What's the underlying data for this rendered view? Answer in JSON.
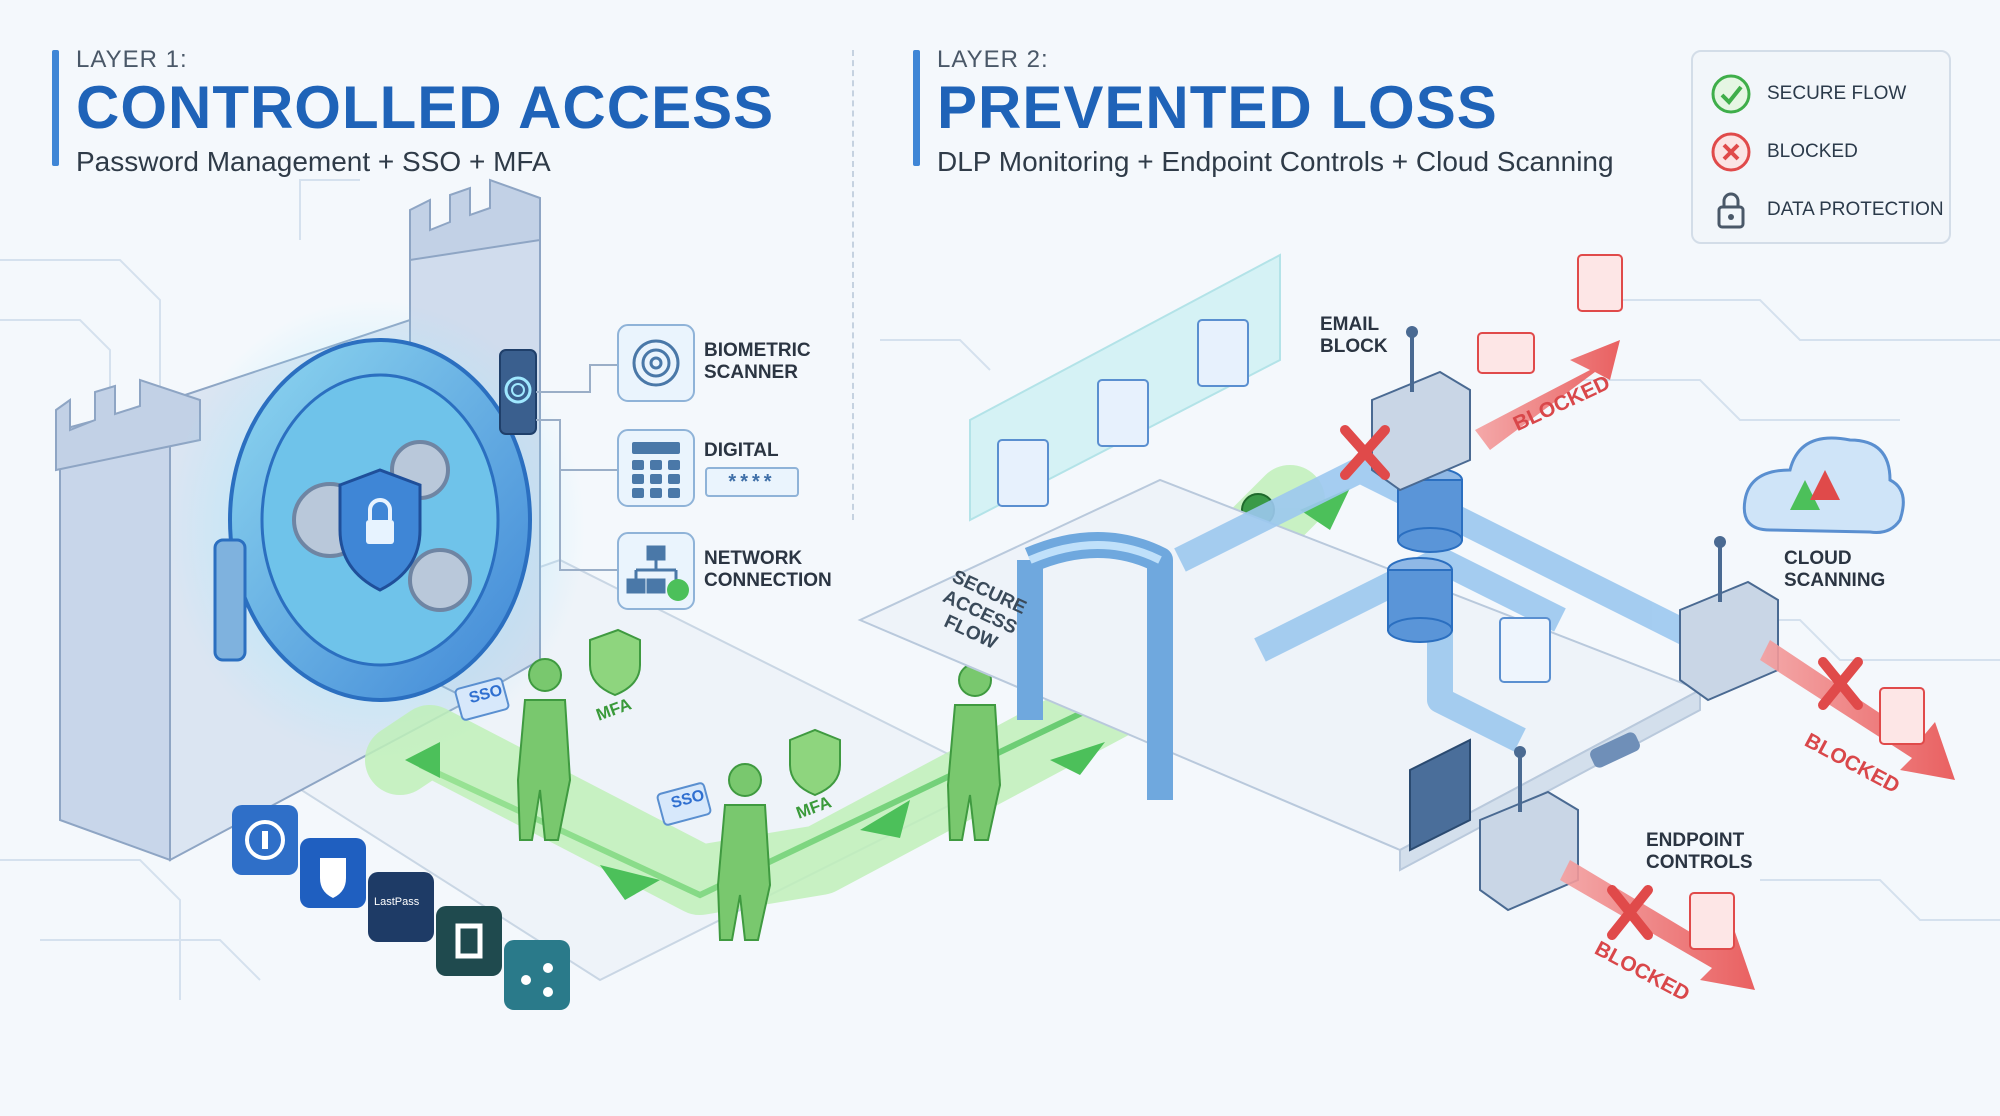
{
  "layer1": {
    "kicker": "LAYER 1:",
    "title": "CONTROLLED ACCESS",
    "subtitle": "Password Management + SSO + MFA"
  },
  "layer2": {
    "kicker": "LAYER 2:",
    "title": "PREVENTED LOSS",
    "subtitle": "DLP Monitoring + Endpoint Controls + Cloud Scanning"
  },
  "legend": {
    "items": [
      {
        "label": "SECURE FLOW",
        "icon": "check-circle-icon",
        "color": "#3fae4a"
      },
      {
        "label": "BLOCKED",
        "icon": "x-circle-icon",
        "color": "#e04a4a"
      },
      {
        "label": "DATA PROTECTION",
        "icon": "padlock-icon",
        "color": "#4a5868"
      }
    ]
  },
  "auth_methods": [
    {
      "line1": "BIOMETRIC",
      "line2": "SCANNER",
      "icon": "fingerprint-icon"
    },
    {
      "line1": "DIGITAL",
      "line2": "",
      "icon": "keypad-icon",
      "pin_mask": "****"
    },
    {
      "line1": "NETWORK",
      "line2": "CONNECTION",
      "icon": "network-icon"
    }
  ],
  "tags": {
    "sso": "SSO",
    "mfa": "MFA",
    "secure_flow_line1": "SECURE",
    "secure_flow_line2": "ACCESS",
    "secure_flow_line3": "FLOW",
    "lastpass": "LastPass"
  },
  "dlp_nodes": {
    "email_block_1": "EMAIL",
    "email_block_2": "BLOCK",
    "cloud_scanning_1": "CLOUD",
    "cloud_scanning_2": "SCANNING",
    "endpoint_controls_1": "ENDPOINT",
    "endpoint_controls_2": "CONTROLS"
  },
  "blocked_label": "BLOCKED",
  "colors": {
    "primary_blue": "#1f63b8",
    "secure_green": "#4cc05a",
    "blocked_red": "#e04a4a"
  }
}
